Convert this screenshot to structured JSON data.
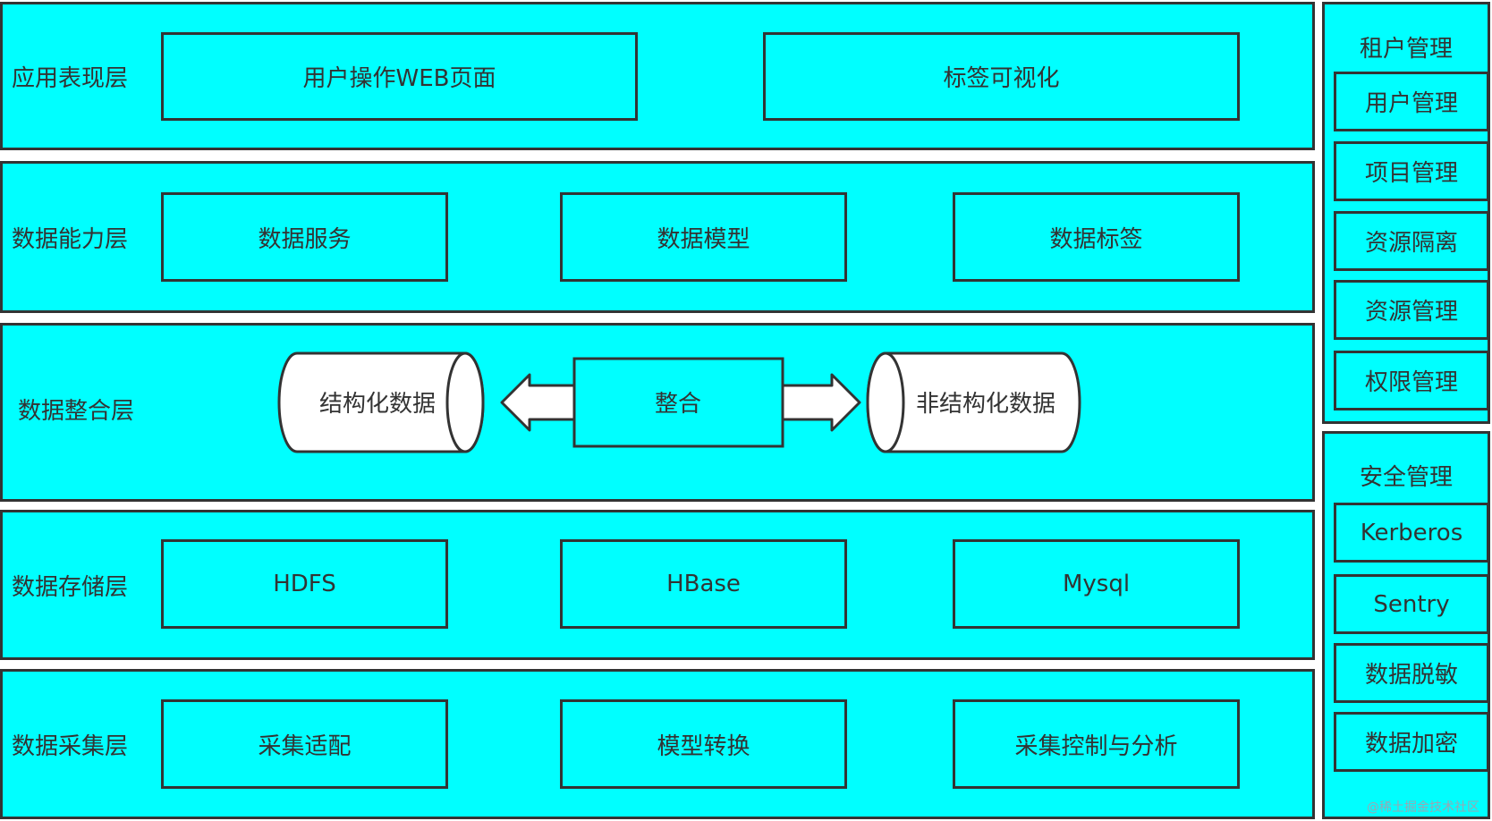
{
  "layers": {
    "presentation": {
      "label": "应用表现层",
      "items": [
        "用户操作WEB页面",
        "标签可视化"
      ]
    },
    "capability": {
      "label": "数据能力层",
      "items": [
        "数据服务",
        "数据模型",
        "数据标签"
      ]
    },
    "integration": {
      "label": "数据整合层",
      "left_store": "结构化数据",
      "center": "整合",
      "right_store": "非结构化数据"
    },
    "storage": {
      "label": "数据存储层",
      "items": [
        "HDFS",
        "HBase",
        "Mysql"
      ]
    },
    "collection": {
      "label": "数据采集层",
      "items": [
        "采集适配",
        "模型转换",
        "采集控制与分析"
      ]
    }
  },
  "tenant": {
    "title": "租户管理",
    "items": [
      "用户管理",
      "项目管理",
      "资源隔离",
      "资源管理",
      "权限管理"
    ]
  },
  "security": {
    "title": "安全管理",
    "items": [
      "Kerberos",
      "Sentry",
      "数据脱敏",
      "数据加密"
    ]
  },
  "watermark": "@稀土掘金技术社区"
}
